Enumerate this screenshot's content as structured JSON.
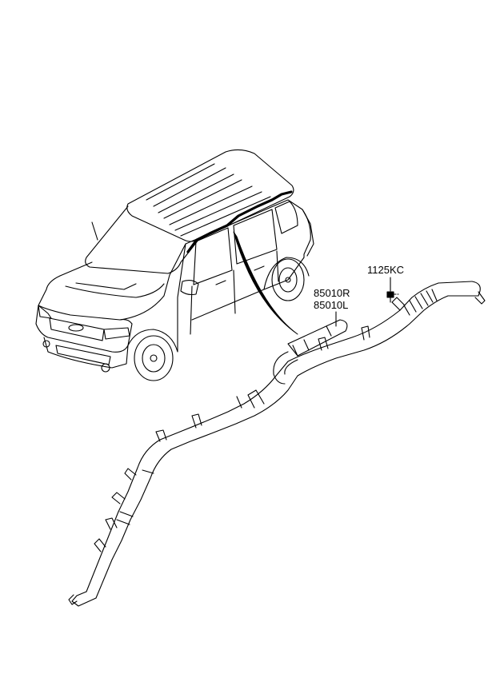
{
  "labels": {
    "bolt_part": "1125KC",
    "airbag_right_part": "85010R",
    "airbag_left_part": "85010L"
  },
  "colors": {
    "line": "#000000",
    "background": "#ffffff"
  }
}
